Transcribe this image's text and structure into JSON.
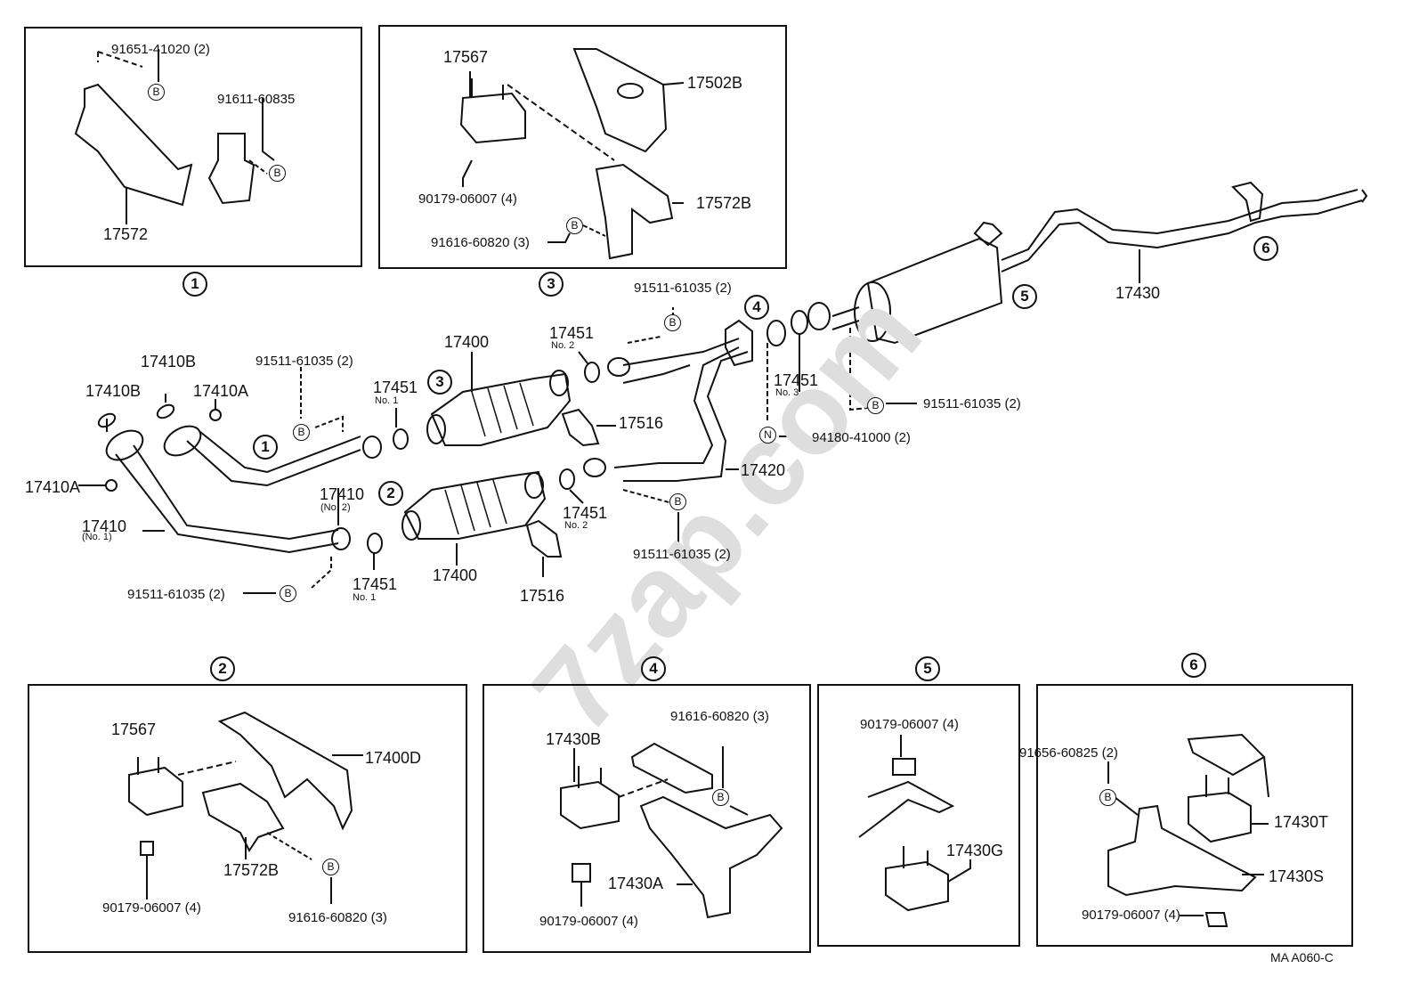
{
  "diagram": {
    "title_code": "MA  A060-C",
    "watermark": "7zap.com",
    "panels": [
      {
        "id": "1",
        "labels": [
          "91651-41020 (2)",
          "91611-60835",
          "17572"
        ],
        "badges": [
          "B",
          "B"
        ]
      },
      {
        "id": "3",
        "labels": [
          "17567",
          "17502B",
          "90179-06007 (4)",
          "17572B",
          "91616-60820 (3)"
        ],
        "badges": [
          "B"
        ]
      },
      {
        "id": "2",
        "labels": [
          "17567",
          "17400D",
          "17572B",
          "90179-06007 (4)",
          "91616-60820 (3)"
        ],
        "badges": [
          "B"
        ]
      },
      {
        "id": "4",
        "labels": [
          "17430B",
          "91616-60820 (3)",
          "17430A",
          "90179-06007 (4)"
        ],
        "badges": [
          "B"
        ]
      },
      {
        "id": "5",
        "labels": [
          "90179-06007 (4)",
          "17430G"
        ],
        "badges": []
      },
      {
        "id": "6",
        "labels": [
          "91656-60825 (2)",
          "17430T",
          "17430S",
          "90179-06007 (4)"
        ],
        "badges": [
          "B"
        ]
      }
    ],
    "main": {
      "labels": {
        "l17410B_a": "17410B",
        "l17410B_b": "17410B",
        "l17410A_a": "17410A",
        "l17410A_b": "17410A",
        "l17410_1": "17410",
        "l17410_1_sub": "(No. 1)",
        "l17410_2": "17410",
        "l17410_2_sub": "(No. 2)",
        "bolt_a": "91511-61035 (2)",
        "bolt_b": "91511-61035 (2)",
        "bolt_c": "91511-61035 (2)",
        "bolt_d": "91511-61035 (2)",
        "bolt_e": "91511-61035 (2)",
        "g1a": "17451",
        "g1a_sub": "No. 1",
        "g1b": "17451",
        "g1b_sub": "No. 1",
        "g2a": "17451",
        "g2a_sub": "No. 2",
        "g2b": "17451",
        "g2b_sub": "No. 2",
        "g3": "17451",
        "g3_sub": "No. 3",
        "cat_a": "17400",
        "cat_b": "17400",
        "h_a": "17516",
        "h_b": "17516",
        "pipe_c": "17420",
        "tail": "17430",
        "nut": "94180-41000 (2)"
      },
      "callouts": [
        "1",
        "2",
        "3",
        "4",
        "5",
        "6"
      ],
      "badge_B": "B",
      "badge_N": "N"
    }
  }
}
